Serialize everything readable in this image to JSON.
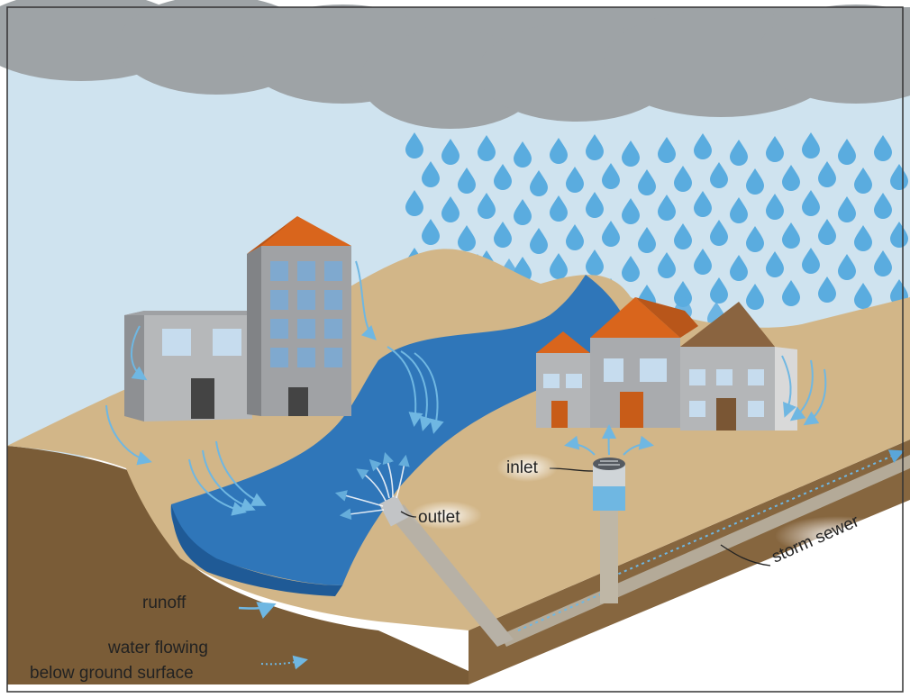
{
  "labels": {
    "inlet": "inlet",
    "outlet": "outlet",
    "storm_sewer": "storm sewer",
    "runoff": "runoff",
    "below_ground_line1": "water flowing",
    "below_ground_line2": "below ground surface"
  },
  "colors": {
    "sky": "#cfe3ef",
    "cloud": "#9ea3a6",
    "ground_top": "#d2b688",
    "soil": "#86663f",
    "soil_dark": "#6e5232",
    "water": "#2f76b9",
    "water_light": "#4f91cc",
    "rain": "#5aacdf",
    "runoff_arrow": "#6fb7e2",
    "roof_orange": "#d9651c",
    "roof_brown": "#8a6440",
    "building_gray": "#a9abae",
    "building_dark": "#87898c",
    "window": "#7fa9cf",
    "door": "#c85c18"
  },
  "icons": {
    "rain": "raindrop-icon",
    "runoff": "runoff-arrow-icon",
    "subsurface": "dotted-arrow-icon"
  }
}
